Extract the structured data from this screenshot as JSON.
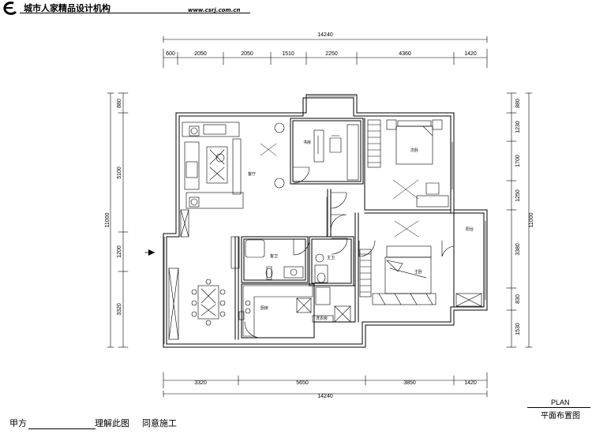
{
  "header": {
    "company": "城市人家精品设计机构",
    "url": "www.csrj.com.cn"
  },
  "dims": {
    "top_total": "14240",
    "top_segments": [
      "600",
      "2050",
      "2050",
      "1510",
      "2250",
      "4360",
      "1420"
    ],
    "bottom_segments": [
      "3320",
      "5650",
      "3850",
      "1420"
    ],
    "bottom_total": "14240",
    "left_total": "11000",
    "left_segments": [
      "880",
      "5100",
      "1200",
      "3320"
    ],
    "right_total": "11000",
    "right_segments": [
      "880",
      "1230",
      "1700",
      "1250",
      "3380",
      "830",
      "1530"
    ]
  },
  "rooms": {
    "study": "书房",
    "bedroom2": "次卧",
    "living": "客厅",
    "guest_bath": "客卫",
    "master_bath": "主卫",
    "master_bedroom": "主卧",
    "balcony": "阳台",
    "kitchen": "厨房",
    "laundry": "洗衣房"
  },
  "legend": {
    "title": "PLAN",
    "subtitle": "平面布置图"
  },
  "footer": {
    "party": "甲方",
    "understood": "理解此图",
    "agree": "同意施工"
  }
}
